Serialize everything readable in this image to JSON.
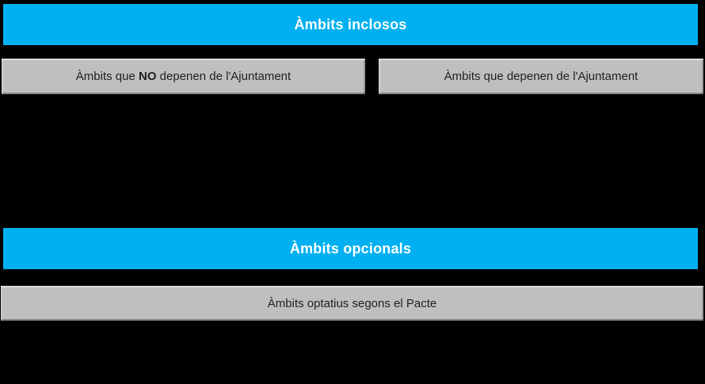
{
  "colors": {
    "background": "#000000",
    "header_bg": "#00B0F0",
    "header_text": "#FFFFFF",
    "box_bg": "#BFBFBF",
    "box_text": "#1F1F1F"
  },
  "included": {
    "header_label": "Àmbits inclosos",
    "box_left": {
      "prefix": "Àmbits que ",
      "bold": "NO",
      "suffix": " depenen de l'Ajuntament"
    },
    "box_right": {
      "label": "Àmbits que depenen de l'Ajuntament"
    }
  },
  "optional": {
    "header_label": "Àmbits opcionals",
    "box": {
      "label": "Àmbits optatius segons el Pacte"
    }
  }
}
